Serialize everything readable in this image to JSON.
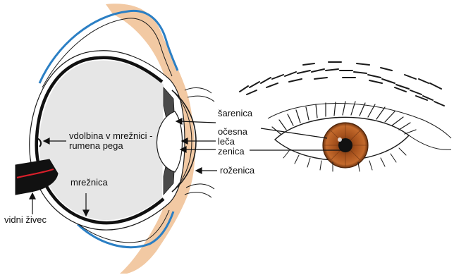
{
  "labels": {
    "vdolbina": "vdolbina v mrežnici - rumena pega",
    "mreznica": "mrežnica",
    "vidni_zivec": "vidni živec",
    "sarenica": "šarenica",
    "ocesna_leca": "očesna leča",
    "zenica": "zenica",
    "rozenica": "roženica"
  },
  "colors": {
    "skin": "#f2c9a3",
    "lid_blue": "#2b7fc4",
    "eyeball_fill": "#e6e6e6",
    "retina": "#111111",
    "nerve_red": "#d81f2a",
    "iris": "#a4501c",
    "pupil": "#111111"
  }
}
